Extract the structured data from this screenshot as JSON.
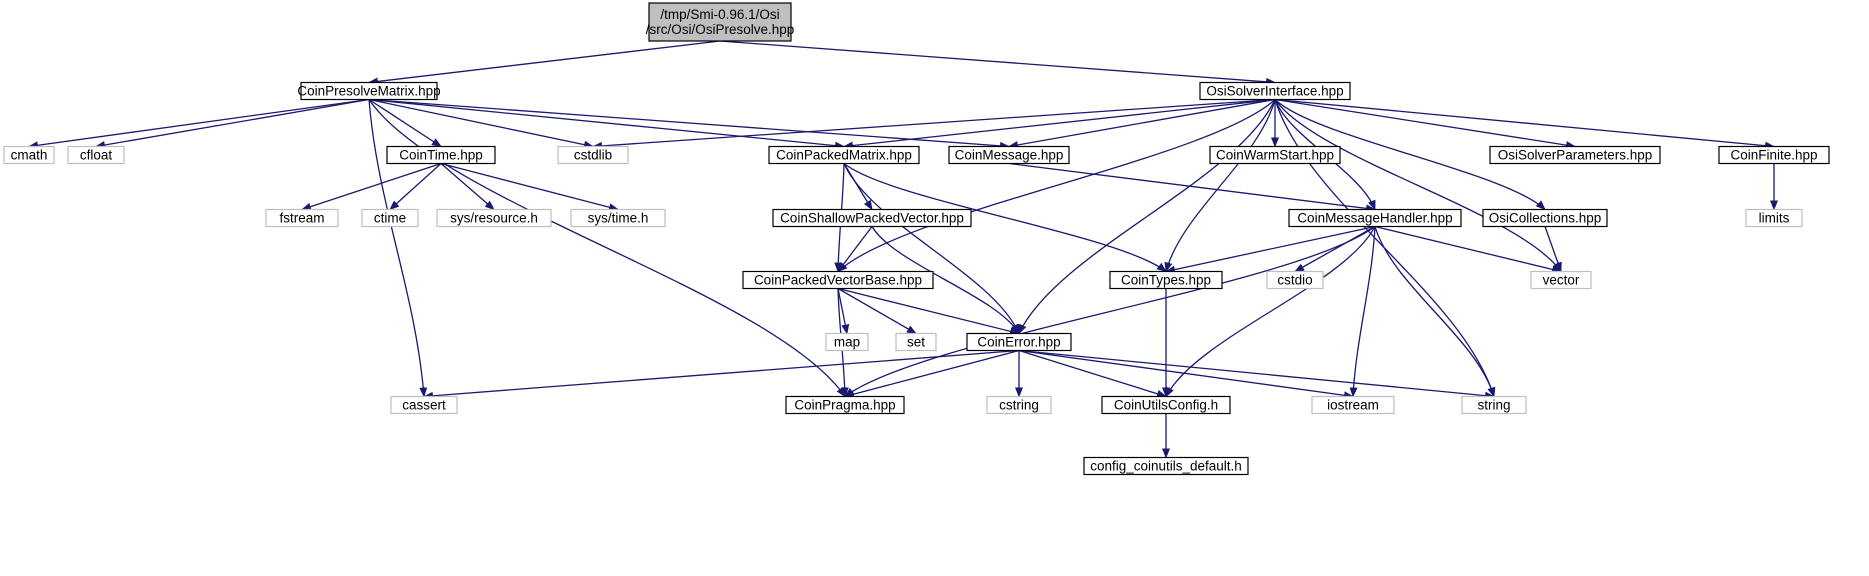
{
  "colors": {
    "edge": "#191970",
    "root_fill": "#bfbfbf",
    "internal_border": "#000000",
    "external_border": "#bfbfbf",
    "background": "#ffffff"
  },
  "nodes": [
    {
      "id": "root",
      "lines": [
        "/tmp/Smi-0.96.1/Osi",
        "/src/Osi/OsiPresolve.hpp"
      ],
      "kind": "root"
    },
    {
      "id": "presolve_matrix",
      "lines": [
        "CoinPresolveMatrix.hpp"
      ],
      "kind": "internal"
    },
    {
      "id": "osi_solver_interface",
      "lines": [
        "OsiSolverInterface.hpp"
      ],
      "kind": "internal"
    },
    {
      "id": "cmath",
      "lines": [
        "cmath"
      ],
      "kind": "external"
    },
    {
      "id": "cfloat",
      "lines": [
        "cfloat"
      ],
      "kind": "external"
    },
    {
      "id": "coin_time",
      "lines": [
        "CoinTime.hpp"
      ],
      "kind": "internal"
    },
    {
      "id": "cstdlib",
      "lines": [
        "cstdlib"
      ],
      "kind": "external"
    },
    {
      "id": "coin_packed_matrix",
      "lines": [
        "CoinPackedMatrix.hpp"
      ],
      "kind": "internal"
    },
    {
      "id": "coin_message",
      "lines": [
        "CoinMessage.hpp"
      ],
      "kind": "internal"
    },
    {
      "id": "coin_warm_start",
      "lines": [
        "CoinWarmStart.hpp"
      ],
      "kind": "internal"
    },
    {
      "id": "osi_solver_parameters",
      "lines": [
        "OsiSolverParameters.hpp"
      ],
      "kind": "internal"
    },
    {
      "id": "coin_finite",
      "lines": [
        "CoinFinite.hpp"
      ],
      "kind": "internal"
    },
    {
      "id": "fstream",
      "lines": [
        "fstream"
      ],
      "kind": "external"
    },
    {
      "id": "ctime",
      "lines": [
        "ctime"
      ],
      "kind": "external"
    },
    {
      "id": "sys_resource",
      "lines": [
        "sys/resource.h"
      ],
      "kind": "external"
    },
    {
      "id": "sys_time",
      "lines": [
        "sys/time.h"
      ],
      "kind": "external"
    },
    {
      "id": "coin_shallow",
      "lines": [
        "CoinShallowPackedVector.hpp"
      ],
      "kind": "internal"
    },
    {
      "id": "coin_message_handler",
      "lines": [
        "CoinMessageHandler.hpp"
      ],
      "kind": "internal"
    },
    {
      "id": "osi_collections",
      "lines": [
        "OsiCollections.hpp"
      ],
      "kind": "internal"
    },
    {
      "id": "limits",
      "lines": [
        "limits"
      ],
      "kind": "external"
    },
    {
      "id": "coin_packed_vector_base",
      "lines": [
        "CoinPackedVectorBase.hpp"
      ],
      "kind": "internal"
    },
    {
      "id": "coin_types",
      "lines": [
        "CoinTypes.hpp"
      ],
      "kind": "internal"
    },
    {
      "id": "cstdio",
      "lines": [
        "cstdio"
      ],
      "kind": "external"
    },
    {
      "id": "vector",
      "lines": [
        "vector"
      ],
      "kind": "external"
    },
    {
      "id": "map",
      "lines": [
        "map"
      ],
      "kind": "external"
    },
    {
      "id": "set",
      "lines": [
        "set"
      ],
      "kind": "external"
    },
    {
      "id": "coin_error",
      "lines": [
        "CoinError.hpp"
      ],
      "kind": "internal"
    },
    {
      "id": "cassert",
      "lines": [
        "cassert"
      ],
      "kind": "external"
    },
    {
      "id": "coin_pragma",
      "lines": [
        "CoinPragma.hpp"
      ],
      "kind": "internal"
    },
    {
      "id": "cstring",
      "lines": [
        "cstring"
      ],
      "kind": "external"
    },
    {
      "id": "coin_utils_config",
      "lines": [
        "CoinUtilsConfig.h"
      ],
      "kind": "internal"
    },
    {
      "id": "iostream",
      "lines": [
        "iostream"
      ],
      "kind": "external"
    },
    {
      "id": "string",
      "lines": [
        "string"
      ],
      "kind": "external"
    },
    {
      "id": "config_coinutils_default",
      "lines": [
        "config_coinutils_default.h"
      ],
      "kind": "internal"
    }
  ],
  "edges": [
    [
      "root",
      "presolve_matrix"
    ],
    [
      "root",
      "osi_solver_interface"
    ],
    [
      "presolve_matrix",
      "cmath"
    ],
    [
      "presolve_matrix",
      "cfloat"
    ],
    [
      "presolve_matrix",
      "coin_time"
    ],
    [
      "presolve_matrix",
      "cstdlib"
    ],
    [
      "presolve_matrix",
      "coin_packed_matrix"
    ],
    [
      "presolve_matrix",
      "coin_message"
    ],
    [
      "presolve_matrix",
      "cassert"
    ],
    [
      "presolve_matrix",
      "coin_pragma"
    ],
    [
      "coin_time",
      "fstream"
    ],
    [
      "coin_time",
      "ctime"
    ],
    [
      "coin_time",
      "sys_resource"
    ],
    [
      "coin_time",
      "sys_time"
    ],
    [
      "osi_solver_interface",
      "cstdlib"
    ],
    [
      "osi_solver_interface",
      "coin_packed_matrix"
    ],
    [
      "osi_solver_interface",
      "coin_message"
    ],
    [
      "osi_solver_interface",
      "coin_warm_start"
    ],
    [
      "osi_solver_interface",
      "osi_solver_parameters"
    ],
    [
      "osi_solver_interface",
      "coin_finite"
    ],
    [
      "osi_solver_interface",
      "coin_message_handler"
    ],
    [
      "osi_solver_interface",
      "osi_collections"
    ],
    [
      "osi_solver_interface",
      "coin_types"
    ],
    [
      "osi_solver_interface",
      "coin_packed_vector_base"
    ],
    [
      "osi_solver_interface",
      "coin_error"
    ],
    [
      "osi_solver_interface",
      "vector"
    ],
    [
      "osi_solver_interface",
      "string"
    ],
    [
      "coin_packed_matrix",
      "coin_shallow"
    ],
    [
      "coin_packed_matrix",
      "coin_packed_vector_base"
    ],
    [
      "coin_packed_matrix",
      "coin_types"
    ],
    [
      "coin_packed_matrix",
      "coin_error"
    ],
    [
      "coin_message",
      "coin_message_handler"
    ],
    [
      "coin_finite",
      "limits"
    ],
    [
      "coin_shallow",
      "coin_packed_vector_base"
    ],
    [
      "coin_shallow",
      "coin_error"
    ],
    [
      "coin_message_handler",
      "coin_types"
    ],
    [
      "coin_message_handler",
      "cstdio"
    ],
    [
      "coin_message_handler",
      "vector"
    ],
    [
      "coin_message_handler",
      "coin_pragma"
    ],
    [
      "coin_message_handler",
      "coin_utils_config"
    ],
    [
      "coin_message_handler",
      "iostream"
    ],
    [
      "coin_message_handler",
      "string"
    ],
    [
      "osi_collections",
      "vector"
    ],
    [
      "coin_packed_vector_base",
      "map"
    ],
    [
      "coin_packed_vector_base",
      "set"
    ],
    [
      "coin_packed_vector_base",
      "coin_error"
    ],
    [
      "coin_packed_vector_base",
      "coin_pragma"
    ],
    [
      "coin_types",
      "coin_utils_config"
    ],
    [
      "coin_error",
      "cassert"
    ],
    [
      "coin_error",
      "coin_pragma"
    ],
    [
      "coin_error",
      "cstring"
    ],
    [
      "coin_error",
      "coin_utils_config"
    ],
    [
      "coin_error",
      "iostream"
    ],
    [
      "coin_error",
      "string"
    ],
    [
      "coin_utils_config",
      "config_coinutils_default"
    ]
  ]
}
